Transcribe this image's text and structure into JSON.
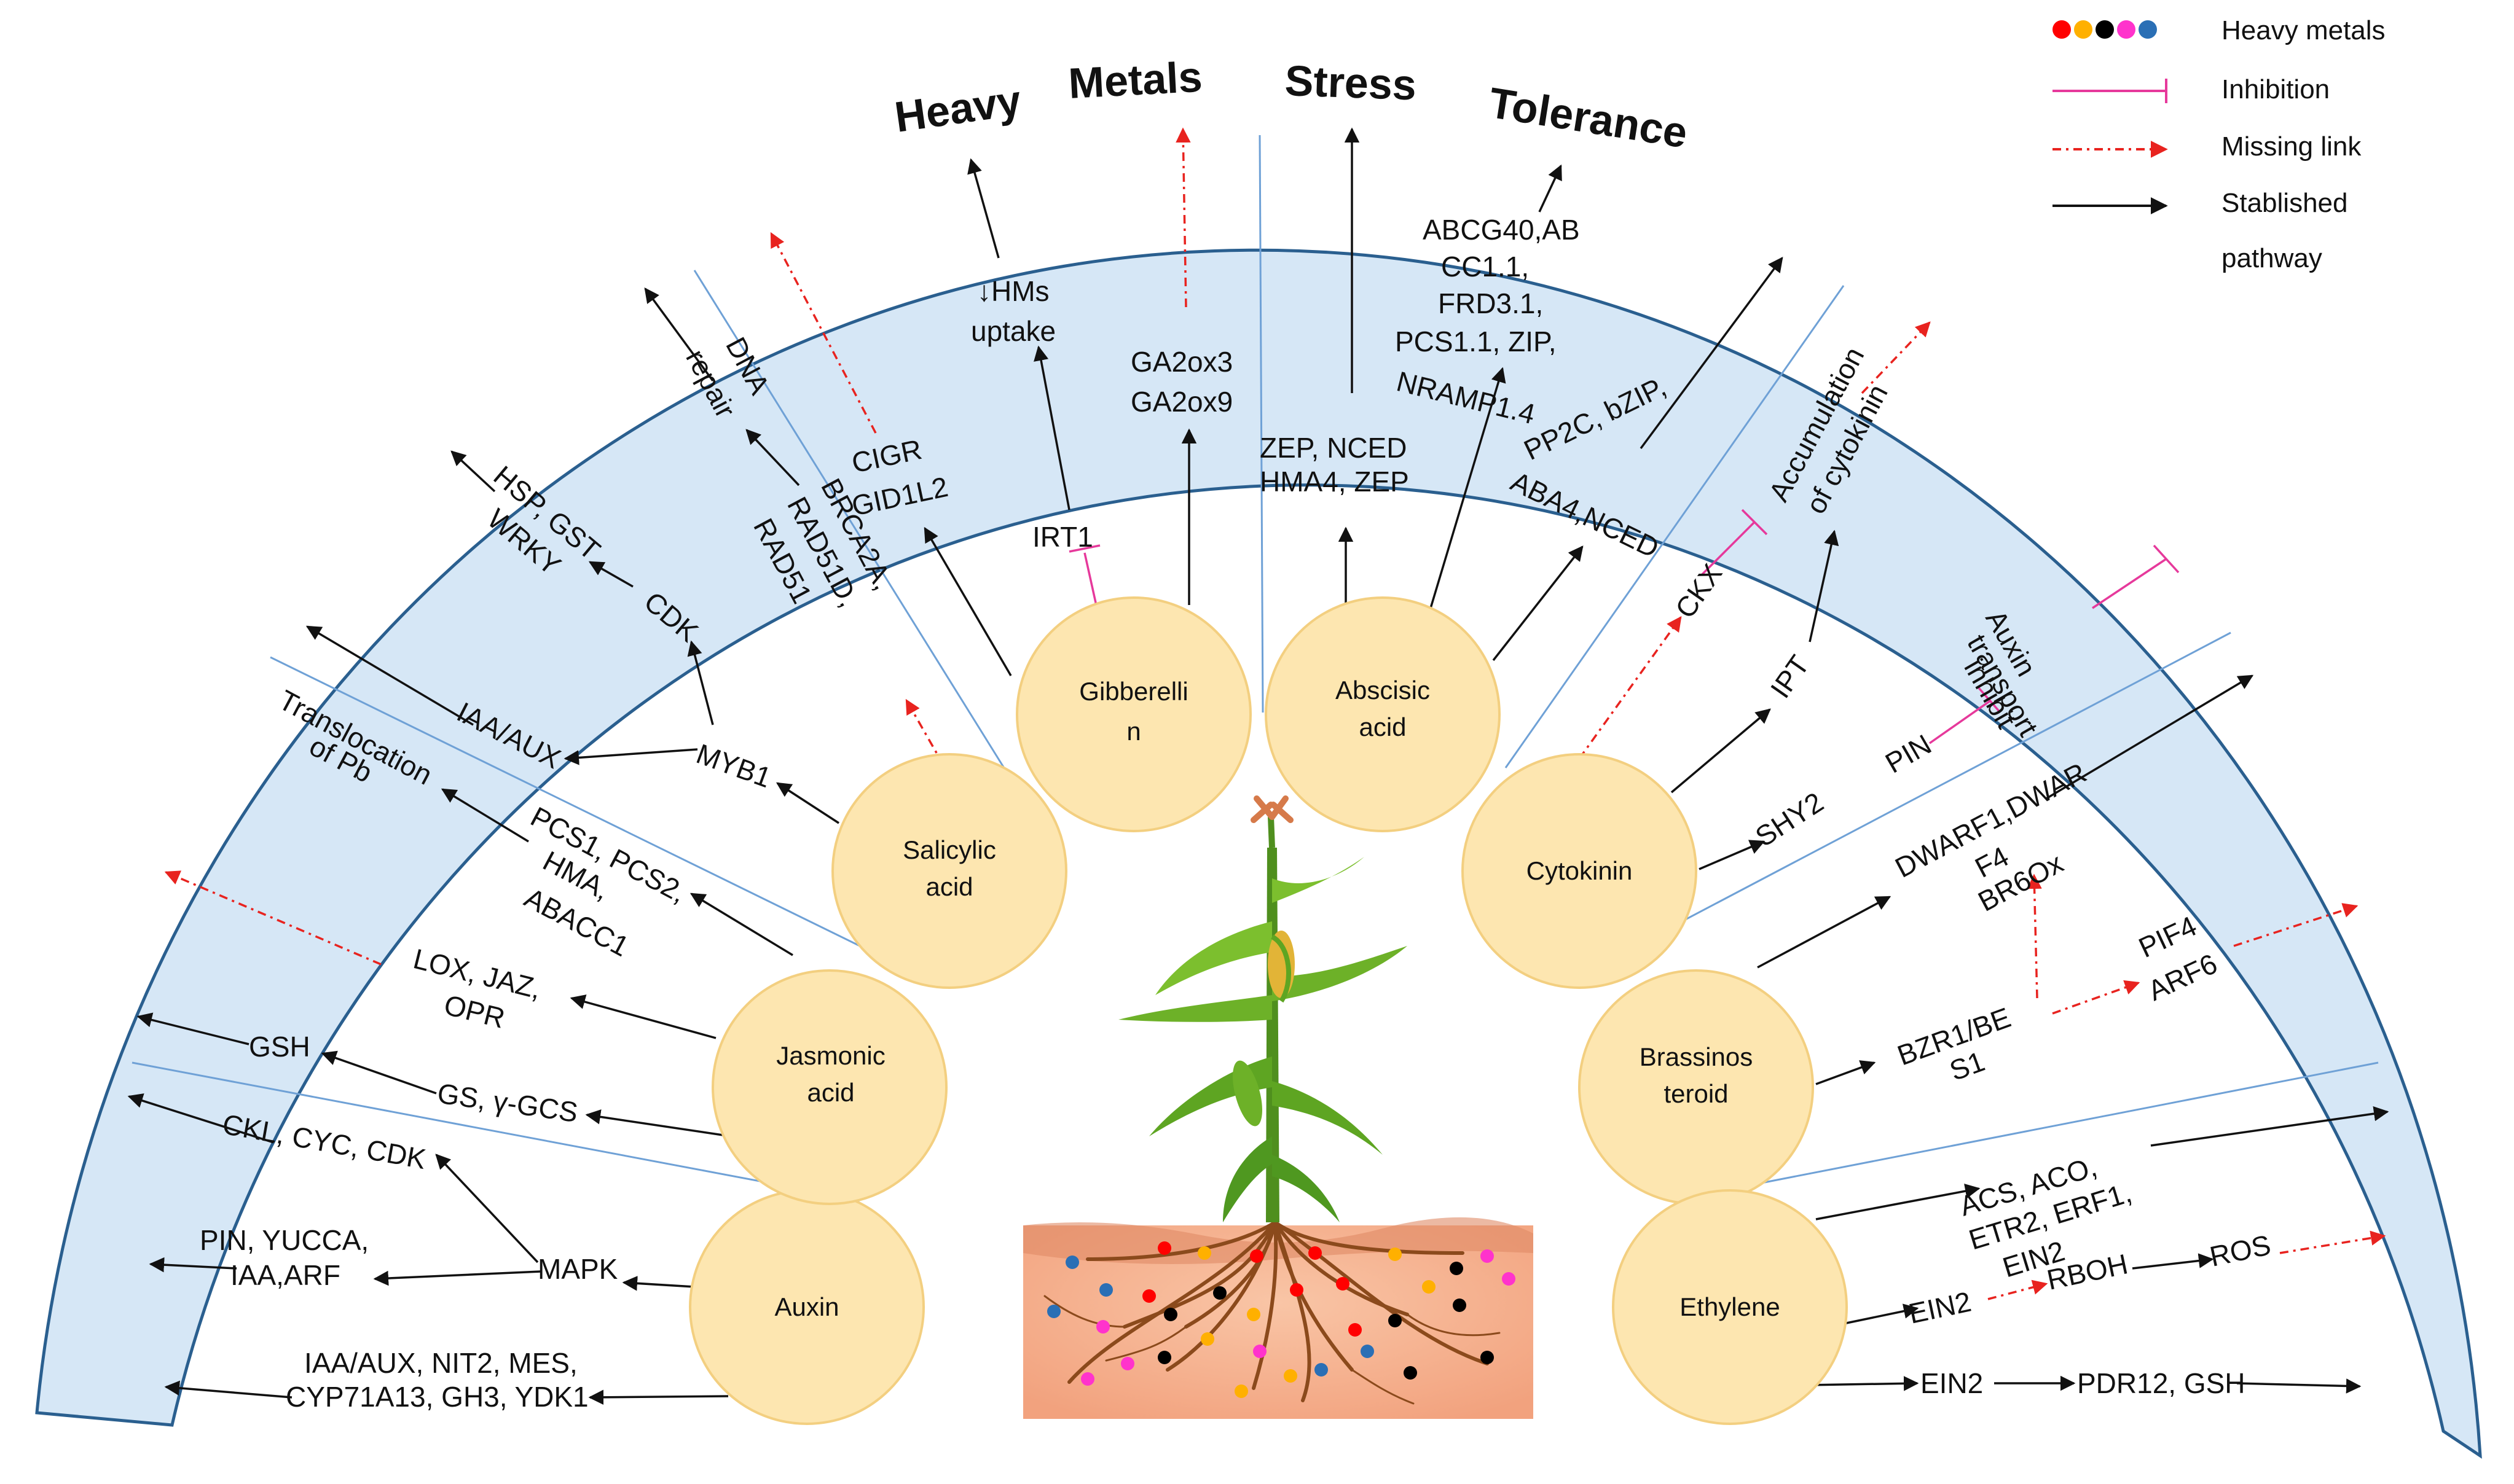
{
  "title": {
    "words": [
      "Heavy",
      "Metals",
      "Stress",
      "Tolerance"
    ]
  },
  "legend": {
    "heavy_metals": "Heavy metals",
    "inhibition": "Inhibition",
    "missing_link": "Missing link",
    "established_line1": "Stablished",
    "established_line2": "pathway",
    "metal_colors": [
      "#ff0000",
      "#ffb000",
      "#000000",
      "#ff33cc",
      "#2a6fb5"
    ]
  },
  "colors": {
    "band_fill": "#d6e7f6",
    "band_stroke": "#2a5f8f",
    "circle_fill": "#fde6b0",
    "circle_stroke": "#f3cf80",
    "inhibition": "#e6399b",
    "missing_link": "#e8231f",
    "established": "#111111",
    "divider": "#6fa1d6"
  },
  "hormones": {
    "auxin": "Auxin",
    "jasmonic_1": "Jasmonic",
    "jasmonic_2": "acid",
    "salicylic_1": "Salicylic",
    "salicylic_2": "acid",
    "gibberellin_1": "Gibberelli",
    "gibberellin_2": "n",
    "abscisic_1": "Abscisic",
    "abscisic_2": "acid",
    "cytokinin": "Cytokinin",
    "brassino_1": "Brassinos",
    "brassino_2": "teroid",
    "ethylene": "Ethylene"
  },
  "labels": {
    "auxin_genes_1": "IAA/AUX, NIT2, MES,",
    "auxin_genes_2": "CYP71A13, GH3, YDK1",
    "mapk": "MAPK",
    "pin_yucca_1": "PIN, YUCCA,",
    "pin_yucca_2": "IAA,ARF",
    "ckl": "CKL,  CYC, CDK",
    "gs": "GS, γ-GCS",
    "gsh": "GSH",
    "lox_1": "LOX, JAZ,",
    "lox_2": "OPR",
    "pcs_1": "PCS1, PCS2,",
    "pcs_2": "HMA,",
    "pcs_3": "ABACC1",
    "transloc_1": "Translocation",
    "transloc_2": "of Pb",
    "myb1": "MYB1",
    "iaa_aux": "IAA/AUX",
    "cdk": "CDK",
    "hsp_1": "HSP, GST",
    "hsp_2": "WRKY",
    "brca_1": "BRCA2A,",
    "brca_2": "RAD51D,",
    "brca_3": "RAD51",
    "dna_1": "DNA",
    "dna_2": "repair",
    "cigr_1": "CIGR",
    "cigr_2": "GID1L2",
    "irt1": "IRT1",
    "hms_1": "↓HMs",
    "hms_2": "uptake",
    "ga_1": "GA2ox3",
    "ga_2": "GA2ox9",
    "zep_1": "ZEP, NCED",
    "zep_2": "HMA4, ZEP",
    "abcg_1": "ABCG40,AB",
    "abcg_2": "CC1.1,",
    "abcg_3": "FRD3.1,",
    "abcg_4": "PCS1.1, ZIP,",
    "abcg_5": "NRAMP1.4",
    "pp2c_1": "PP2C, bZIP,",
    "pp2c_2": "ABA4,NCED",
    "ckx": "CKX",
    "accum_1": "Accumulation",
    "accum_2": "of cytokinin",
    "ipt": "IPT",
    "pin": "PIN",
    "auxin_tr_1": "Auxin",
    "auxin_tr_2": "transport",
    "auxin_tr_3": "inhibit",
    "shy2": "SHY2",
    "dwarf_1": "DWARF1,DWAR",
    "dwarf_2": "F4",
    "dwarf_3": "BR6Ox",
    "bzr_1": "BZR1/BE",
    "bzr_2": "S1",
    "pif_1": "PIF4",
    "pif_2": "ARF6",
    "acs_1": "ACS, ACO,",
    "acs_2": "ETR2, ERF1,",
    "acs_3": "EIN2",
    "ein2_a": "EIN2",
    "rboh": "RBOH",
    "ros": "ROS",
    "ein2_b": "EIN2",
    "pdr": "PDR12, GSH"
  }
}
